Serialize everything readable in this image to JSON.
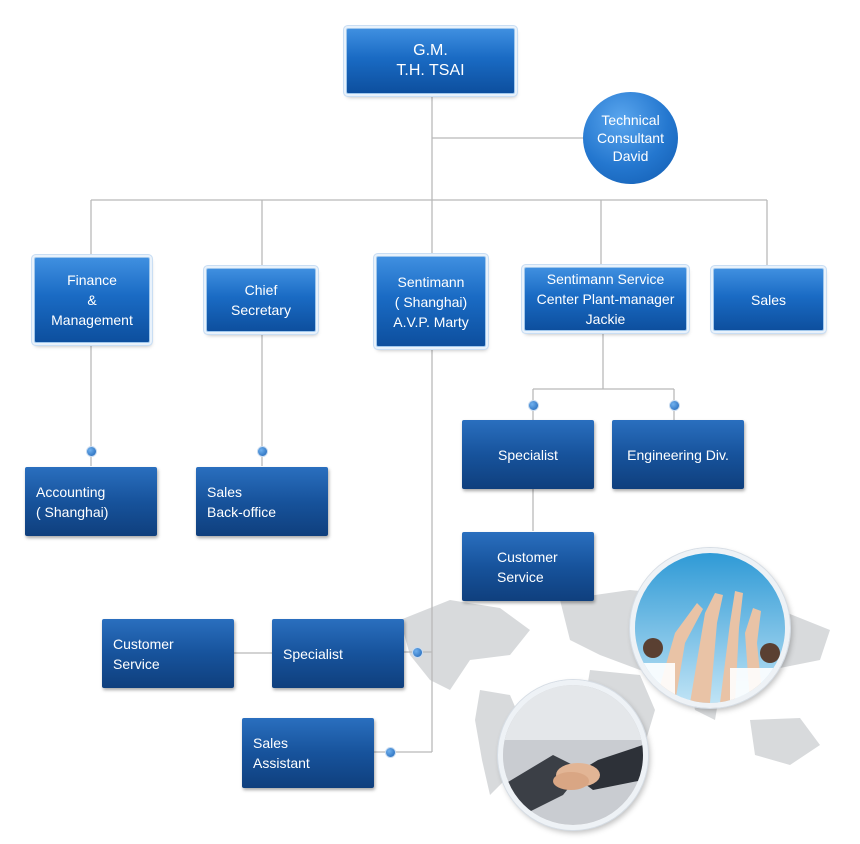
{
  "gm": {
    "line1": "G.M.",
    "line2": "T.H. TSAI"
  },
  "consultant": {
    "line1": "Technical",
    "line2": "Consultant",
    "line3": "David"
  },
  "finance": {
    "line1": "Finance",
    "line2": "&",
    "line3": "Management"
  },
  "secretary": {
    "line1": "Chief",
    "line2": "Secretary"
  },
  "shanghai": {
    "line1": "Sentimann",
    "line2": "( Shanghai)",
    "line3": "A.V.P. Marty"
  },
  "service_center": {
    "line1": "Sentimann Service",
    "line2": "Center Plant-manager",
    "line3": "Jackie"
  },
  "sales": {
    "label": "Sales"
  },
  "accounting": {
    "line1": "Accounting",
    "line2": "( Shanghai)"
  },
  "sales_backoffice": {
    "line1": "Sales",
    "line2": "Back-office"
  },
  "sc_specialist": {
    "label": "Specialist"
  },
  "engineering": {
    "label": "Engineering Div."
  },
  "sc_customer_service": {
    "line1": "Customer",
    "line2": "Service"
  },
  "sh_specialist": {
    "label": "Specialist"
  },
  "sh_customer_service": {
    "line1": "Customer",
    "line2": "Service"
  },
  "sales_assistant": {
    "line1": "Sales",
    "line2": "Assistant"
  },
  "colors": {
    "box_top": "#3f8fe0",
    "box_bottom": "#0d4f9e",
    "connector": "#b9b9b9"
  },
  "images": {
    "photo_top": "team-high-five-photo",
    "photo_bottom": "handshake-photo",
    "background": "world-map"
  }
}
